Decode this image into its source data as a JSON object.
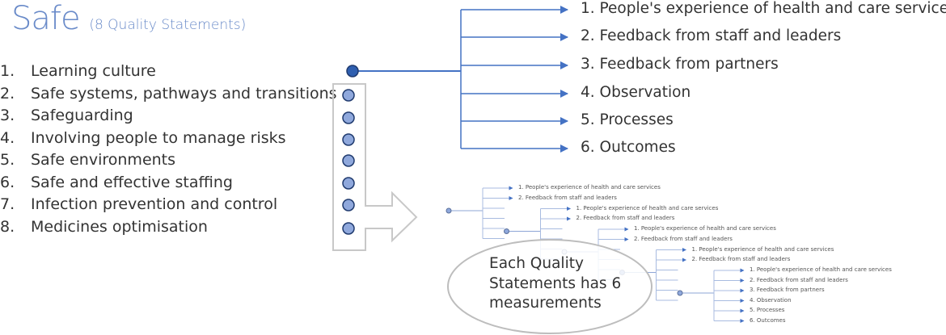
{
  "title": {
    "main": "Safe",
    "subtitle": "(8 Quality Statements)"
  },
  "quality_statements": [
    {
      "num": "1.",
      "label": "Learning culture"
    },
    {
      "num": "2.",
      "label": "Safe systems, pathways and transitions"
    },
    {
      "num": "3.",
      "label": "Safeguarding"
    },
    {
      "num": "4.",
      "label": "Involving people to manage risks"
    },
    {
      "num": "5.",
      "label": "Safe environments"
    },
    {
      "num": "6.",
      "label": "Safe and effective staffing"
    },
    {
      "num": "7.",
      "label": "Infection prevention and control"
    },
    {
      "num": "8.",
      "label": "Medicines optimisation"
    }
  ],
  "measurements": [
    "1. People's experience of health and care services",
    "2. Feedback from staff and leaders",
    "3. Feedback from partners",
    "4. Observation",
    "5. Processes",
    "6. Outcomes"
  ],
  "callout": {
    "lines": [
      "Each Quality",
      "Statements has 6",
      "measurements"
    ]
  },
  "colors": {
    "accent": "#4472c4",
    "title": "#6a8bc9",
    "dot_active": "#2f5fb0",
    "dot": "#8fa8dc",
    "outline": "#c8c8c8"
  }
}
